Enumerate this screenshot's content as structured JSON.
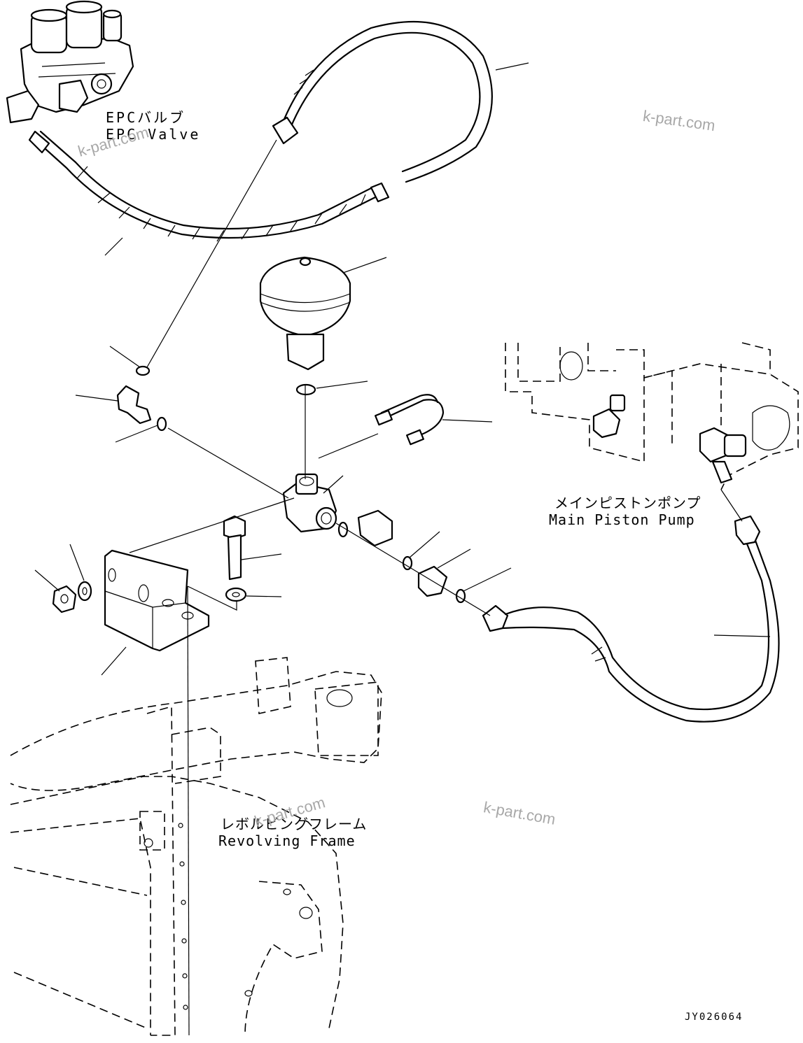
{
  "labels": {
    "epc_valve_jp": "EPCバルブ",
    "epc_valve_en": "EPC Valve",
    "main_pump_jp": "メインピストンポンプ",
    "main_pump_en": "Main Piston Pump",
    "frame_jp": "レボルビングフレーム",
    "frame_en": "Revolving Frame"
  },
  "watermarks": [
    "k-part.com",
    "k-part.com",
    "k-part.com",
    "k-part.com"
  ],
  "drawing_code": "JY026064",
  "icons": [
    "epc-valve-icon",
    "main-piston-pump-icon",
    "revolving-frame-icon",
    "accumulator-icon",
    "hose-icon",
    "bracket-icon",
    "bolt-icon",
    "nut-icon",
    "washer-icon",
    "o-ring-icon",
    "elbow-fitting-icon",
    "tee-block-icon",
    "adapter-icon",
    "tube-icon"
  ]
}
